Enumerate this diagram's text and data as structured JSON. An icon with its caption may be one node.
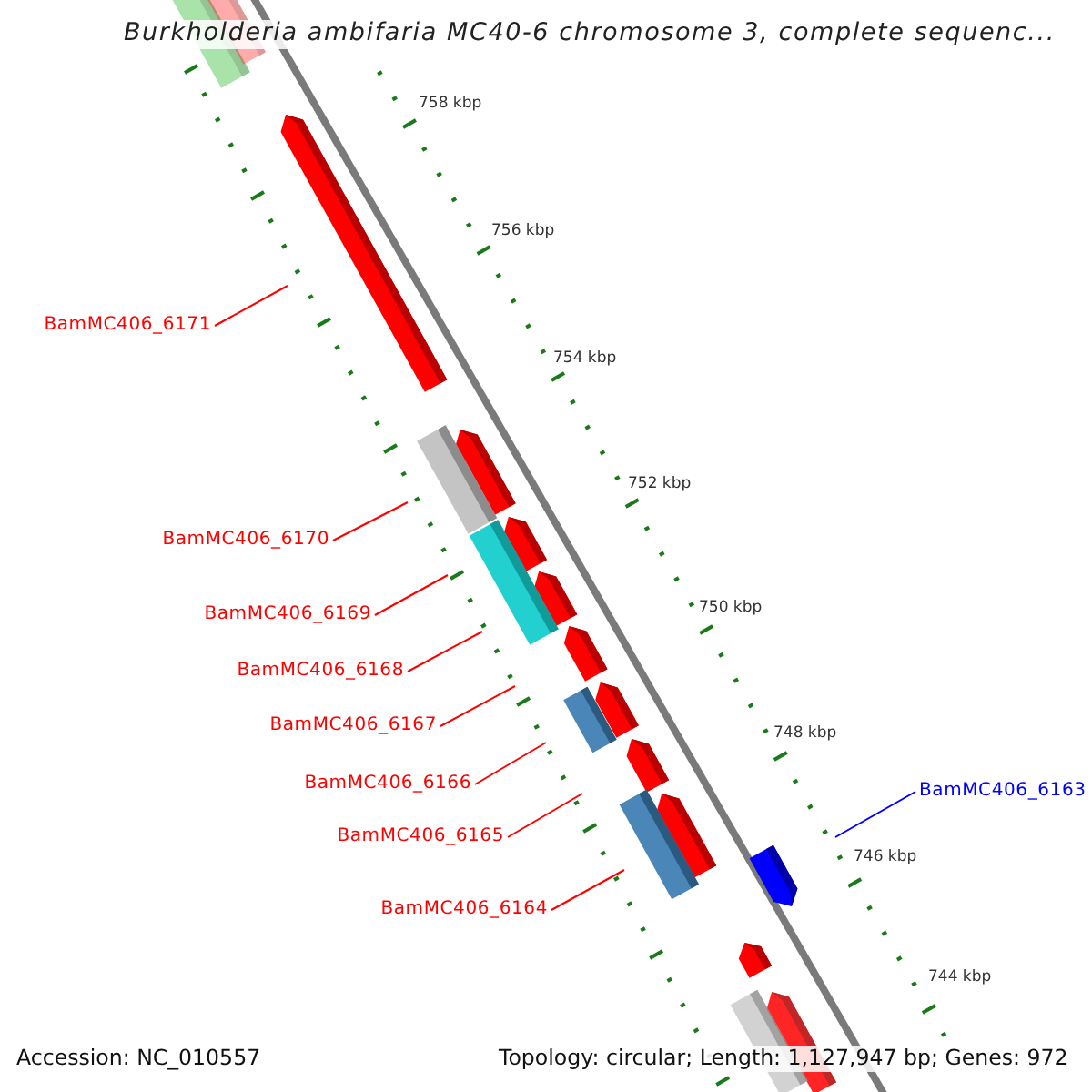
{
  "diagram": {
    "title": "Burkholderia ambifaria MC40-6 chromosome 3, complete sequenc...",
    "nodes": [
      {
        "text": [
          "BamMC406_6171"
        ]
      },
      {
        "text": [
          "BamMC406_6170"
        ]
      },
      {
        "text": [
          "BamMC406_6169"
        ]
      },
      {
        "text": [
          "BamMC406_6168"
        ]
      },
      {
        "text": [
          "BamMC406_6167"
        ]
      },
      {
        "text": [
          "BamMC406_6166"
        ]
      },
      {
        "text": [
          "BamMC406_6165"
        ]
      },
      {
        "text": [
          "BamMC406_6164"
        ]
      },
      {
        "text": [
          "BamMC406_6163"
        ]
      }
    ],
    "edges": [
      {
        "from": 0,
        "to": null,
        "arrow": "none"
      },
      {
        "from": 1,
        "to": null,
        "arrow": "none"
      },
      {
        "from": 2,
        "to": null,
        "arrow": "none"
      },
      {
        "from": 3,
        "to": null,
        "arrow": "none"
      },
      {
        "from": 4,
        "to": null,
        "arrow": "none"
      },
      {
        "from": 5,
        "to": null,
        "arrow": "none"
      },
      {
        "from": 6,
        "to": null,
        "arrow": "none"
      },
      {
        "from": 7,
        "to": null,
        "arrow": "none"
      },
      {
        "from": 8,
        "to": null,
        "arrow": "none",
        "color": "#0000ff"
      }
    ],
    "labels": [
      "758 kbp",
      "756 kbp",
      "754 kbp",
      "752 kbp",
      "750 kbp",
      "748 kbp",
      "746 kbp",
      "744 kbp",
      "Accession: NC_010557",
      "Topology: circular; Length: 1,127,947 bp; Genes: 972"
    ]
  }
}
